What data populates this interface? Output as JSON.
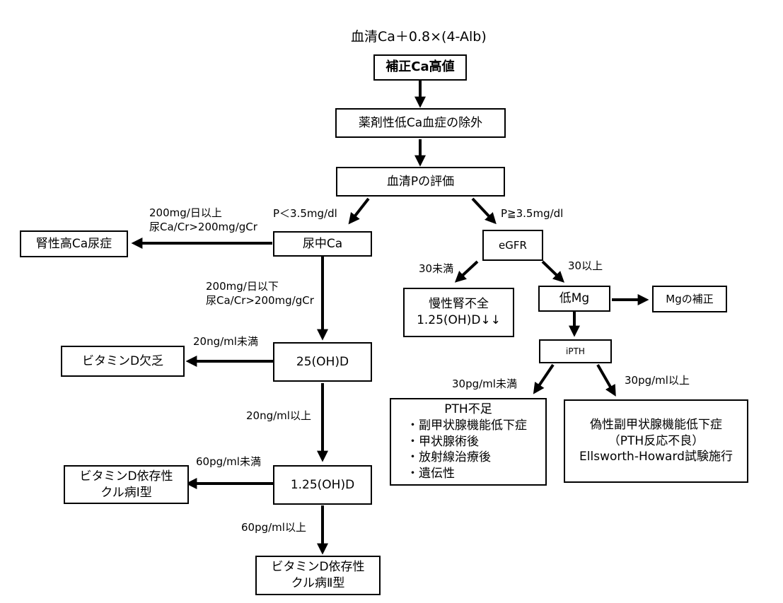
{
  "formula": "血清Ca＋0.8×(4-Alb)",
  "nodes": {
    "corrected_ca": "補正Ca高値",
    "exclude_drug": "薬剤性低Ca血症の除外",
    "serum_p": "血清Pの評価",
    "urine_ca": "尿中Ca",
    "renal_hcu": "腎性高Ca尿症",
    "egfr": "eGFR",
    "ckd": [
      "慢性腎不全",
      "1.25(OH)D↓↓"
    ],
    "low_mg": "低Mg",
    "mg_correct": "Mgの補正",
    "ipth": "iPTH",
    "vitd_25": "25(OH)D",
    "vitd_def": "ビタミンD欠乏",
    "pth_def_title": "PTH不足",
    "pth_def_items": [
      "・副甲状腺機能低下症",
      "・甲状腺術後",
      "・放射線治療後",
      "・遺伝性"
    ],
    "pseudo_hypo": [
      "偽性副甲状腺機能低下症",
      "（PTH反応不良）",
      "Ellsworth-Howard試験施行"
    ],
    "vitd_125": "1.25(OH)D",
    "vddr1": [
      "ビタミンD依存性",
      "クル病Ⅰ型"
    ],
    "vddr2": [
      "ビタミンD依存性",
      "クル病Ⅱ型"
    ]
  },
  "labels": {
    "p_low": "P＜3.5mg/dl",
    "p_high": "P≧3.5mg/dl",
    "uca_high": [
      "200mg/日以上",
      "尿Ca/Cr>200mg/gCr"
    ],
    "uca_low": [
      "200mg/日以下",
      "尿Ca/Cr>200mg/gCr"
    ],
    "egfr_low": "30未満",
    "egfr_high": "30以上",
    "d25_low": "20ng/ml未満",
    "d25_high": "20ng/ml以上",
    "pth_low": "30pg/ml未満",
    "pth_high": "30pg/ml以上",
    "d125_low": "60pg/ml未満",
    "d125_high": "60pg/ml以上"
  }
}
